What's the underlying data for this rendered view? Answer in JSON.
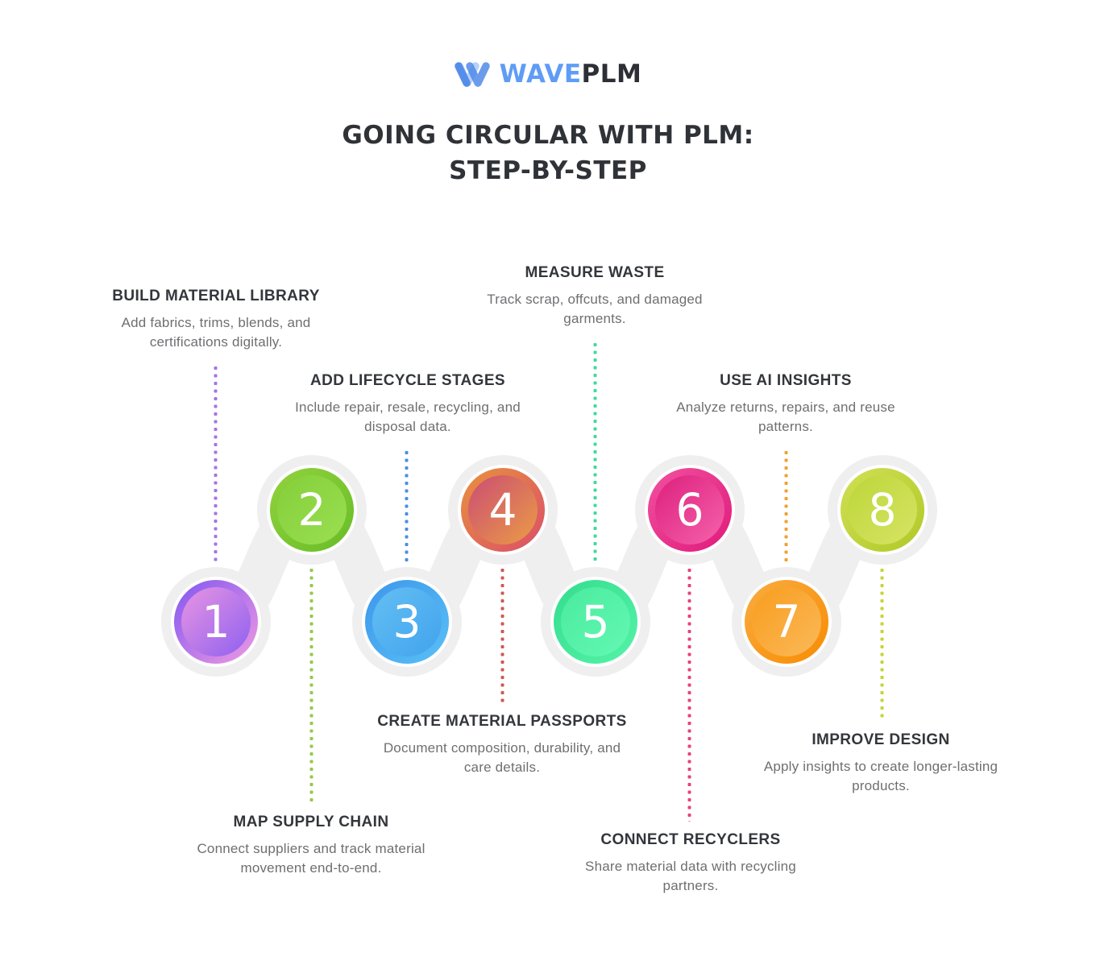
{
  "logo": {
    "icon": "wave-w-icon",
    "wave": "WAVE",
    "plm": "PLM",
    "wave_color": "#5f9cf6",
    "plm_color": "#2c2f35",
    "icon_dark_blue": "#4a86e8",
    "icon_light_blue": "#a5c6f6"
  },
  "title": {
    "line1": "GOING CIRCULAR WITH PLM:",
    "line2": "STEP-BY-STEP"
  },
  "ribbon_color": "#efefef",
  "steps": [
    {
      "number": "1",
      "title": "BUILD MATERIAL LIBRARY",
      "description": "Add fabrics, trims, blends, and certifications digitally.",
      "colors": {
        "outer_start": "#8157f1",
        "outer_end": "#f09ae1",
        "inner_start": "#e995e2",
        "inner_end": "#8d60f0",
        "dots": "#a873e3"
      }
    },
    {
      "number": "2",
      "title": "MAP SUPPLY CHAIN",
      "description": "Connect suppliers and track material movement end-to-end.",
      "colors": {
        "outer_start": "#92d23e",
        "outer_end": "#67bd27",
        "inner_start": "#85cf3a",
        "inner_end": "#9adf52",
        "dots": "#97c84b"
      }
    },
    {
      "number": "3",
      "title": "ADD LIFECYCLE STAGES",
      "description": "Include repair, resale, recycling, and disposal data.",
      "colors": {
        "outer_start": "#3e97eb",
        "outer_end": "#58c0f6",
        "inner_start": "#63bff3",
        "inner_end": "#42a3ed",
        "dots": "#4b8fe2"
      }
    },
    {
      "number": "4",
      "title": "CREATE MATERIAL PASSPORTS",
      "description": "Document composition, durability, and care details.",
      "colors": {
        "outer_start": "#e8923e",
        "outer_end": "#db4e69",
        "inner_start": "#cb4d74",
        "inner_end": "#eb9c45",
        "dots": "#cd5a51"
      }
    },
    {
      "number": "5",
      "title": "MEASURE WASTE",
      "description": "Track scrap, offcuts, and damaged garments.",
      "colors": {
        "outer_start": "#35dd8e",
        "outer_end": "#55f3a8",
        "inner_start": "#4aeb9d",
        "inner_end": "#63f8b4",
        "dots": "#3ddc97"
      }
    },
    {
      "number": "6",
      "title": "CONNECT RECYCLERS",
      "description": "Share material data with recycling partners.",
      "colors": {
        "outer_start": "#f1519f",
        "outer_end": "#e01a7c",
        "inner_start": "#dd1f7d",
        "inner_end": "#f563ab",
        "dots": "#e8417f"
      }
    },
    {
      "number": "7",
      "title": "USE AI INSIGHTS",
      "description": "Analyze returns, repairs, and reuse patterns.",
      "colors": {
        "outer_start": "#f9ac40",
        "outer_end": "#f78c02",
        "inner_start": "#f89d1d",
        "inner_end": "#fbb95a",
        "dots": "#f2a031"
      }
    },
    {
      "number": "8",
      "title": "IMPROVE DESIGN",
      "description": "Apply insights to create longer-lasting products.",
      "colors": {
        "outer_start": "#d0e055",
        "outer_end": "#b1c827",
        "inner_start": "#bed63a",
        "inner_end": "#d6e464",
        "dots": "#c6d434"
      }
    }
  ]
}
